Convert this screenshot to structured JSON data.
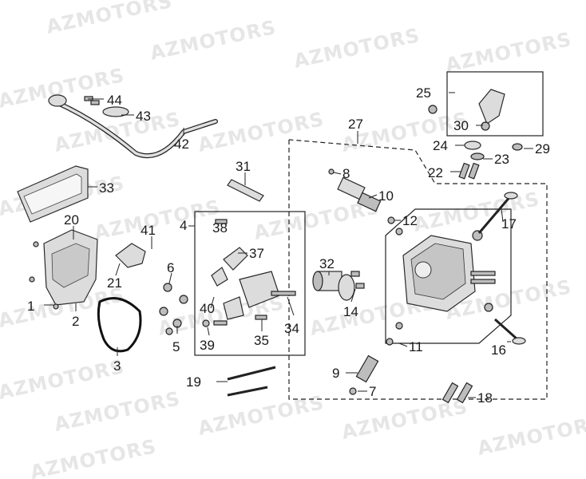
{
  "watermark": "AZMOTORS",
  "callouts": {
    "c1": "1",
    "c2": "2",
    "c3": "3",
    "c4": "4",
    "c5": "5",
    "c6": "6",
    "c7": "7",
    "c8": "8",
    "c9": "9",
    "c10": "10",
    "c11": "11",
    "c12": "12",
    "c14": "14",
    "c16": "16",
    "c17": "17",
    "c18": "18",
    "c19": "19",
    "c20": "20",
    "c21": "21",
    "c22": "22",
    "c23": "23",
    "c24": "24",
    "c25": "25",
    "c27": "27",
    "c29": "29",
    "c30": "30",
    "c31": "31",
    "c32": "32",
    "c33": "33",
    "c34": "34",
    "c35": "35",
    "c37": "37",
    "c38": "38",
    "c39": "39",
    "c40": "40",
    "c41": "41",
    "c42": "42",
    "c43": "43",
    "c44": "44"
  }
}
